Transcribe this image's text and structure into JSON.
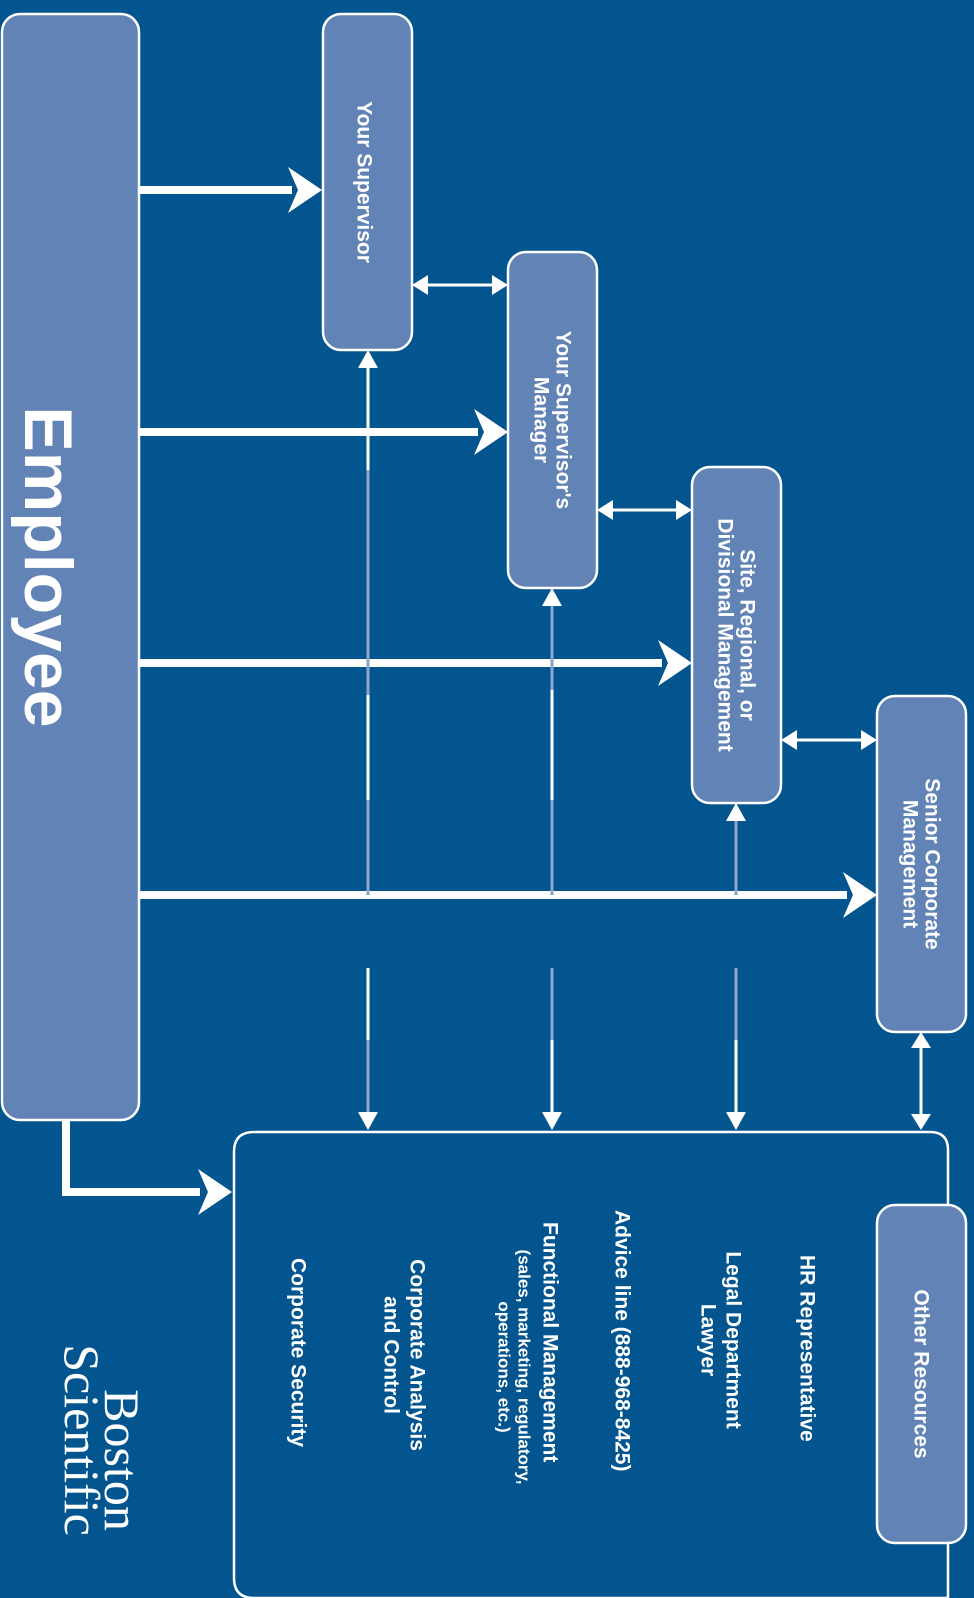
{
  "employee": {
    "label": "Employee"
  },
  "supervisor": {
    "label": "Your Supervisor"
  },
  "supervisors_manager": {
    "line1": "Your Supervisor's",
    "line2": "Manager"
  },
  "site_management": {
    "line1": "Site, Regional, or",
    "line2": "Divisional Management"
  },
  "senior_management": {
    "line1": "Senior Corporate",
    "line2": "Management"
  },
  "other_resources": {
    "header": "Other Resources",
    "items": [
      {
        "lines": [
          "HR Representative"
        ]
      },
      {
        "lines": [
          "Legal Department",
          "Lawyer"
        ]
      },
      {
        "lines": [
          "Advice line (888-968-8425)"
        ]
      },
      {
        "lines": [
          "Functional Management"
        ],
        "sub": [
          "(sales, marketing, regulatory,",
          "operations, etc.)"
        ]
      },
      {
        "lines": [
          "Corporate Analysis",
          "and Control"
        ]
      },
      {
        "lines": [
          "Corporate Security"
        ]
      }
    ]
  },
  "logo": {
    "line1": "Boston",
    "line2": "Scientific"
  },
  "colors": {
    "background": "#03558f",
    "box": "#6283b6",
    "line": "#ffffff"
  }
}
